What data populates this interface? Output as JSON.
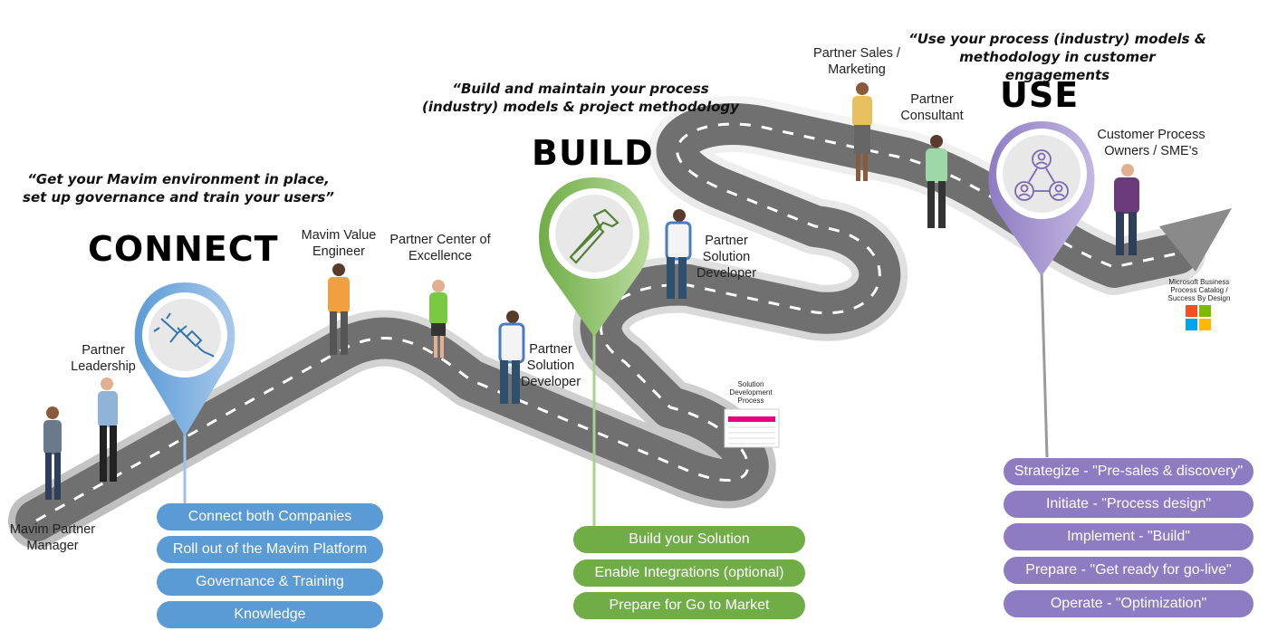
{
  "quotes": {
    "connect": "“Get your Mavim environment in place, set up governance and train your users”",
    "build": "“Build and maintain your process (industry) models & project methodology",
    "use": "“Use your process (industry) models & methodology in customer engagements"
  },
  "phases": {
    "connect": "CONNECT",
    "build": "BUILD",
    "use": "USE"
  },
  "roles": {
    "mavim_partner_manager": "Mavim Partner Manager",
    "partner_leadership": "Partner Leadership",
    "mavim_value_engineer": "Mavim Value Engineer",
    "partner_coe": "Partner Center of Excellence",
    "partner_solution_developer_1": "Partner Solution Developer",
    "partner_solution_developer_2": "Partner Solution Developer",
    "partner_sales_marketing": "Partner Sales / Marketing",
    "partner_consultant": "Partner Consultant",
    "customer_process_owners": "Customer Process Owners / SME's"
  },
  "connect_steps": [
    "Connect both Companies",
    "Roll out of the Mavim Platform",
    "Governance & Training",
    "Knowledge"
  ],
  "build_steps": [
    "Build your Solution",
    "Enable Integrations (optional)",
    "Prepare for Go to Market"
  ],
  "use_steps": [
    "Strategize - \"Pre-sales & discovery\"",
    "Initiate - \"Process design\"",
    "Implement - \"Build\"",
    "Prepare - \"Get ready for go-live\"",
    "Operate - \"Optimization\""
  ],
  "documents": {
    "solution_dev_process": "Solution Development Process",
    "ms_catalog": "Microsoft Business Process Catalog / Success By Design"
  },
  "colors": {
    "connect": "#5b9bd5",
    "build": "#70ad47",
    "use": "#8e7cc3",
    "road": "#6f6f6f"
  },
  "icons": {
    "connect": "plug-icon",
    "build": "hammer-icon",
    "use": "people-network-icon"
  }
}
